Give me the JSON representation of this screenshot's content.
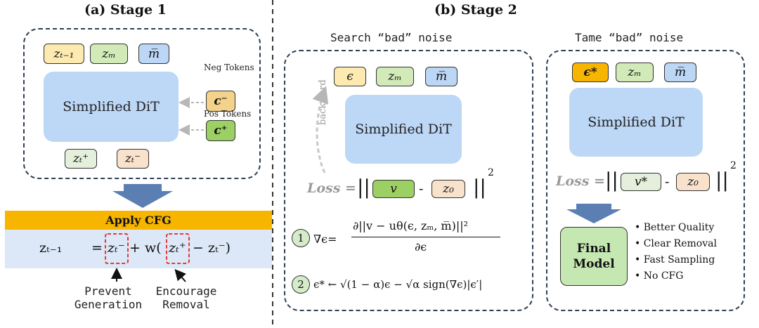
{
  "stage1": {
    "title": "(a) Stage 1",
    "top_chips": [
      "zₜ₋₁",
      "zₘ",
      "m̅"
    ],
    "dit_label": "Simplified DiT",
    "neg_tokens_label": "Neg Tokens",
    "neg_token": "c⁻",
    "pos_tokens_label": "Pos Tokens",
    "pos_token": "c⁺",
    "out_chips": [
      "zₜ⁺",
      "zₜ⁻"
    ],
    "cfg_bar": "Apply CFG",
    "cfg_formula": {
      "lhs": "zₜ₋₁",
      "eq": "=",
      "neg_term": "zₜ⁻",
      "plus_w": "+ w(",
      "pos_term": "zₜ⁺",
      "rest": "− zₜ⁻)"
    },
    "label_prevent": "Prevent\nGeneration",
    "label_encourage": "Encourage\nRemoval"
  },
  "stage2": {
    "title": "(b) Stage 2",
    "search": {
      "heading": "Search “bad” noise",
      "chips": [
        "ϵ",
        "zₘ",
        "m̅"
      ],
      "dit_label": "Simplified DiT",
      "backward_label": "backward",
      "loss_label": "Loss =",
      "loss_open": "||",
      "loss_v": "v",
      "loss_minus": "-",
      "loss_z0": "z₀",
      "loss_close": "||",
      "loss_sq": "2",
      "step1_num": "1",
      "step1_lhs": "∇ϵ=",
      "step1_numerator": "∂||v − uθ(ϵ, zₘ, m̅)||²",
      "step1_denominator": "∂ϵ",
      "step2_num": "2",
      "step2_formula": "ϵ* ← √(1 − α)ϵ − √α sign(∇ϵ)|ϵ′|"
    },
    "tame": {
      "heading": "Tame “bad” noise",
      "chips": [
        "ϵ*",
        "zₘ",
        "m̅"
      ],
      "dit_label": "Simplified DiT",
      "loss_label": "Loss =",
      "loss_open": "||",
      "loss_v": "v*",
      "loss_minus": "-",
      "loss_z0": "z₀",
      "loss_close": "||",
      "loss_sq": "2",
      "final_model": "Final\nModel",
      "bullets": [
        "Better Quality",
        "Clear Removal",
        "Fast Sampling",
        "No CFG"
      ]
    }
  },
  "colors": {
    "dashed_border": "#2f3f52",
    "dit_blue": "#bdd7f6",
    "cfg_orange": "#f7b500",
    "formula_band": "#dce8f7",
    "red_dash": "#e53935",
    "arrow_fill": "#5b7fb3"
  }
}
